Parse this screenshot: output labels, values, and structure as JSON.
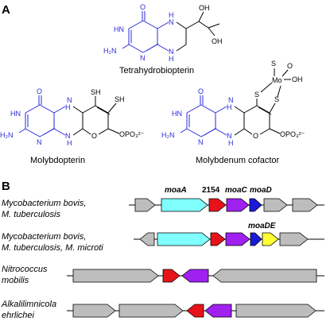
{
  "panels": {
    "a": "A",
    "b": "B"
  },
  "compounds": {
    "tetrahydrobiopterin": {
      "name": "Tetrahydrobiopterin",
      "atoms": {
        "O": "O",
        "HN": "HN",
        "H2N": "H₂N",
        "N1": "N",
        "N2": "N",
        "H_top": "H",
        "H_bot": "H",
        "OH1": "OH",
        "OH2": "OH"
      }
    },
    "molybdopterin": {
      "name": "Molybdopterin",
      "atoms": {
        "O": "O",
        "HN": "HN",
        "H2N": "H₂N",
        "N1": "N",
        "H_top": "H",
        "H_bot": "H",
        "N_bot": "N",
        "O_ring": "O",
        "SH1": "SH",
        "SH2": "SH",
        "phosphate": "OPO₃²⁻"
      }
    },
    "molybdenum_cofactor": {
      "name": "Molybdenum cofactor",
      "atoms": {
        "O": "O",
        "HN": "HN",
        "H2N": "H₂N",
        "N1": "N",
        "H_top": "H",
        "H_bot": "H",
        "N_bot": "N",
        "O_ring": "O",
        "S1": "S",
        "S2": "S",
        "S_top": "S",
        "O_top": "O",
        "OH": "OH",
        "Mo": "Mo",
        "phosphate": "OPO₃²⁻"
      }
    }
  },
  "colors": {
    "gray": "#bdbdbd",
    "cyan": "#80ffff",
    "red": "#e8131a",
    "purple": "#a020f0",
    "blue": "#1a1ad8",
    "yellow": "#ffff33",
    "line": "#000000",
    "pterin_blue": "#2a2ad8"
  },
  "operons": [
    {
      "organism": [
        "Mycobacterium bovis,",
        "M. tuberculosis"
      ],
      "genes": [
        {
          "color": "gray",
          "dir": "right"
        },
        {
          "color": "cyan",
          "dir": "right",
          "label": "moaA"
        },
        {
          "color": "red",
          "dir": "right",
          "label": "2154"
        },
        {
          "color": "purple",
          "dir": "right",
          "label": "moaC"
        },
        {
          "color": "blue",
          "dir": "right",
          "label": "moaD"
        },
        {
          "color": "gray",
          "dir": "right"
        },
        {
          "color": "gray",
          "dir": "right"
        }
      ]
    },
    {
      "organism": [
        "Mycobacterium bovis,",
        "M. tuberculosis, M. microti"
      ],
      "genes": [
        {
          "color": "gray",
          "dir": "left"
        },
        {
          "color": "cyan",
          "dir": "right"
        },
        {
          "color": "red",
          "dir": "right"
        },
        {
          "color": "purple",
          "dir": "right"
        },
        {
          "color": "blue",
          "dir": "right"
        },
        {
          "color": "yellow",
          "dir": "right",
          "label": "moaDE"
        },
        {
          "color": "gray",
          "dir": "right"
        }
      ]
    },
    {
      "organism": [
        "Nitrococcus",
        "mobilis"
      ],
      "genes": [
        {
          "color": "gray",
          "dir": "right"
        },
        {
          "color": "red",
          "dir": "right"
        },
        {
          "color": "purple",
          "dir": "left"
        },
        {
          "color": "gray",
          "dir": "left"
        }
      ]
    },
    {
      "organism": [
        "Alkalilimnicola",
        "ehrlichei"
      ],
      "genes": [
        {
          "color": "gray",
          "dir": "right"
        },
        {
          "color": "gray",
          "dir": "right"
        },
        {
          "color": "red",
          "dir": "left"
        },
        {
          "color": "purple",
          "dir": "left"
        },
        {
          "color": "gray",
          "dir": "right"
        }
      ]
    }
  ]
}
